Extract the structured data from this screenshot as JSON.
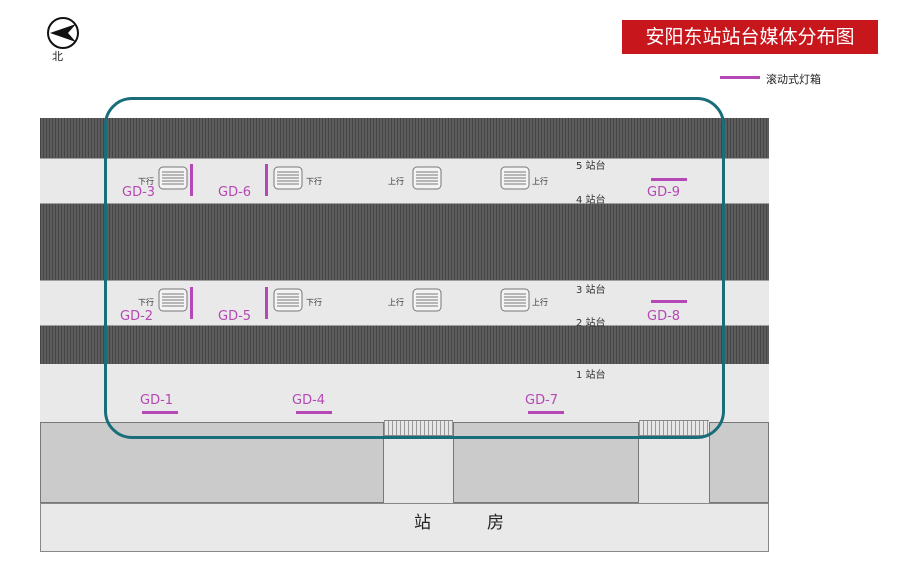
{
  "compass": {
    "label": "北",
    "icon": "compass-north-arrow-icon"
  },
  "title": "安阳东站站台媒体分布图",
  "legend": {
    "label": "滚动式灯箱",
    "color": "#b548b5"
  },
  "platforms": {
    "p5": "5 站台",
    "p4": "4 站台",
    "p3": "3 站台",
    "p2": "2 站台",
    "p1": "1 站台"
  },
  "directions": {
    "down": "下行",
    "up": "上行"
  },
  "ads": {
    "gd1": "GD-1",
    "gd2": "GD-2",
    "gd3": "GD-3",
    "gd4": "GD-4",
    "gd5": "GD-5",
    "gd6": "GD-6",
    "gd7": "GD-7",
    "gd8": "GD-8",
    "gd9": "GD-9"
  },
  "station_hall": {
    "char1": "站",
    "char2": "房"
  },
  "colors": {
    "ad_marker": "#b548b5",
    "title_bg": "#c8161d",
    "highlight": "#1a6e7a"
  }
}
